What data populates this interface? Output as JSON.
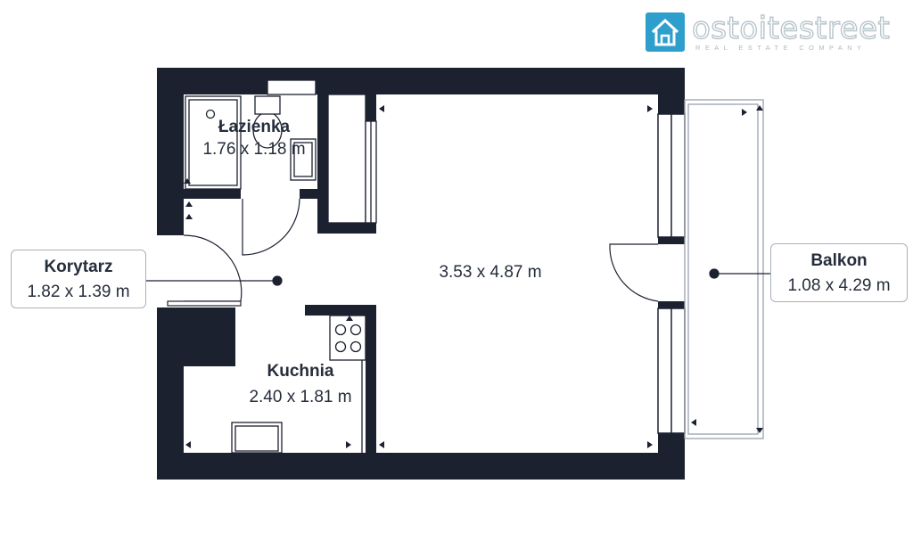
{
  "company": {
    "name": "ostoitestreet",
    "tagline": "REAL ESTATE COMPANY",
    "icon": "house-icon"
  },
  "rooms": {
    "lazienka": {
      "name": "Łazienka",
      "size": "1.76 x 1.18 m"
    },
    "korytarz": {
      "name": "Korytarz",
      "size": "1.82 x 1.39 m"
    },
    "pokoj": {
      "size": "3.53 x 4.87 m"
    },
    "kuchnia": {
      "name": "Kuchnia",
      "size": "2.40 x 1.81 m"
    },
    "balkon": {
      "name": "Balkon",
      "size": "1.08 x 4.29 m"
    }
  },
  "colors": {
    "wall": "#1c2130",
    "text": "#262d3b",
    "label_border": "#a9b1ba",
    "logo_accent": "#2e9fcc"
  }
}
